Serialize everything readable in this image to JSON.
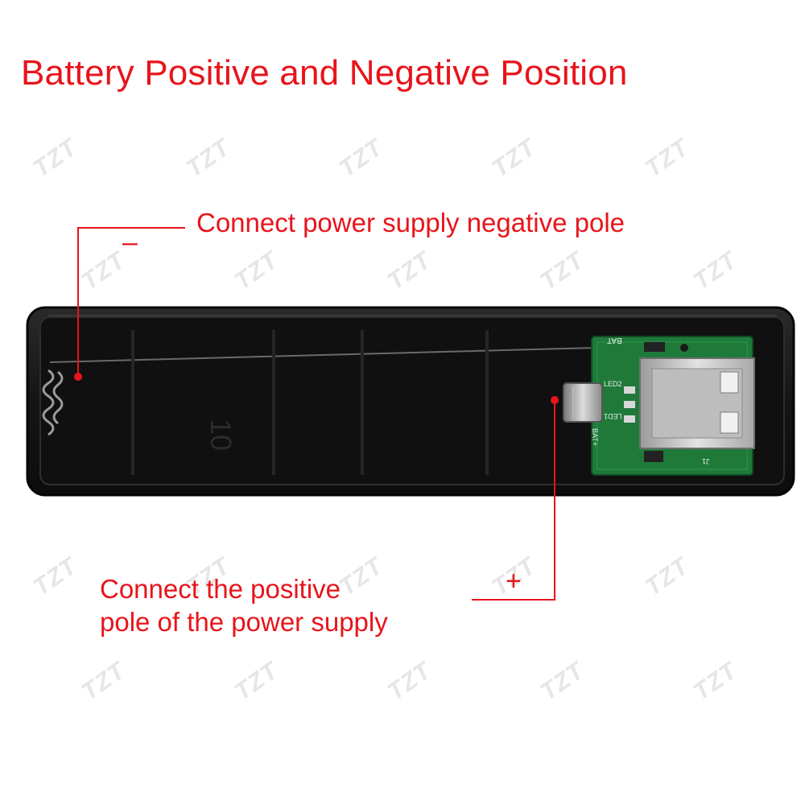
{
  "title": "Battery Positive and Negative Position",
  "labels": {
    "negative": "Connect power supply negative pole",
    "positive_line1": "Connect the positive",
    "positive_line2": "pole of the power supply"
  },
  "signs": {
    "negative": "–",
    "positive": "+"
  },
  "pcb": {
    "bat": "BAT",
    "led2": "LED2",
    "led1": "LED1",
    "bat_plus": "BAT+",
    "j1": "J1"
  },
  "watermark": "TZT",
  "colors": {
    "accent": "#e8141b",
    "case": "#141414",
    "pcb": "#1f7a3a"
  }
}
